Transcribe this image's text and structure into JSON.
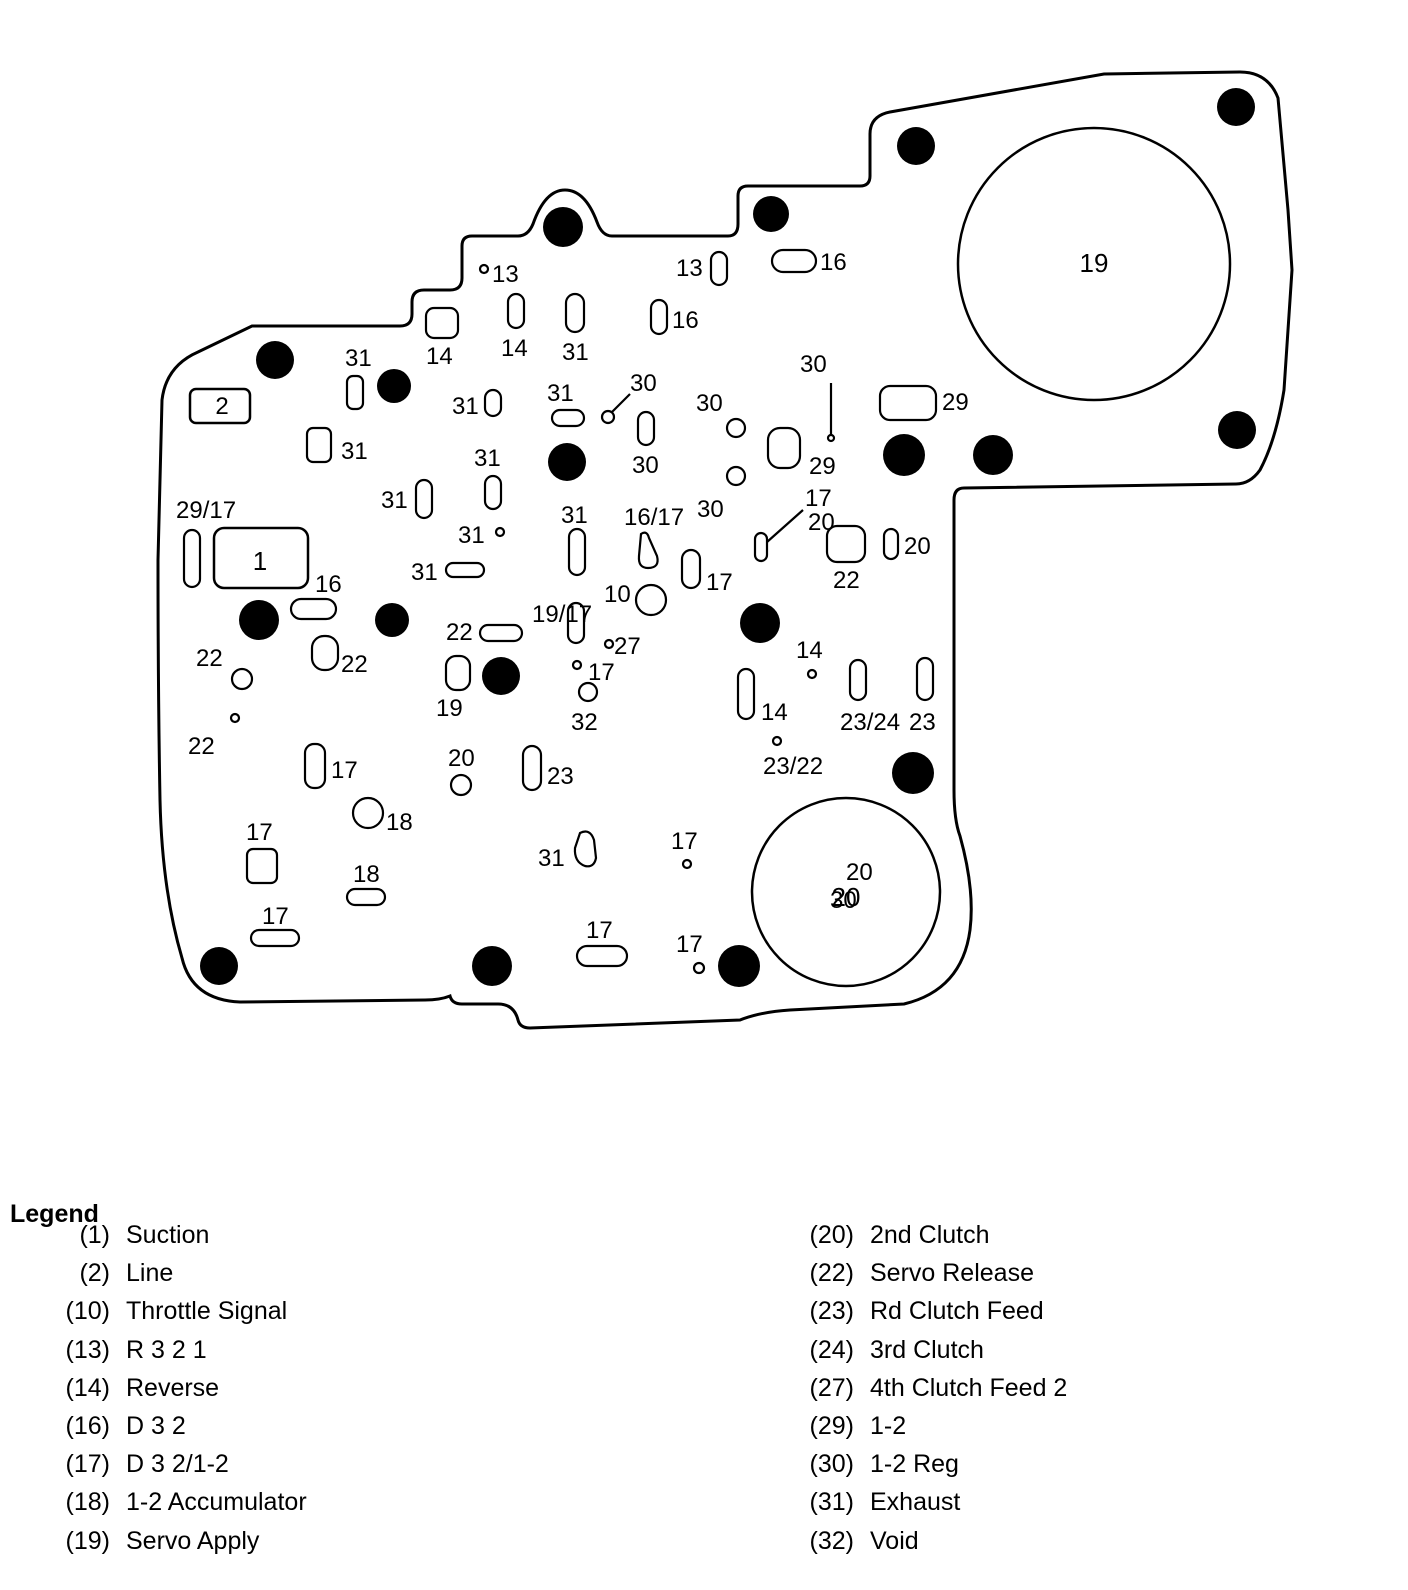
{
  "diagram": {
    "numbered_areas": [
      {
        "text": "1",
        "kind": "rounded-rect"
      },
      {
        "text": "2",
        "kind": "rounded-rect"
      },
      {
        "text": "19",
        "kind": "circle"
      },
      {
        "text": "20",
        "kind": "circle"
      }
    ],
    "port_labels": [
      "13",
      "13",
      "16",
      "16",
      "14",
      "14",
      "31",
      "31",
      "31",
      "31",
      "31",
      "31",
      "31",
      "31",
      "31",
      "31",
      "30",
      "30",
      "30",
      "30",
      "30",
      "29",
      "29",
      "29/17",
      "16",
      "16/17",
      "19/17",
      "17",
      "32",
      "20",
      "22",
      "22",
      "22",
      "22",
      "22",
      "19",
      "31",
      "14",
      "14",
      "23/22",
      "23/24",
      "23",
      "23",
      "18",
      "18",
      "17",
      "17",
      "17",
      "17",
      "17",
      "17",
      "17",
      "10",
      "27",
      "17",
      "20",
      "20",
      "30",
      "20"
    ]
  },
  "legend": {
    "title": "Legend",
    "left": [
      {
        "code": "(1)",
        "label": "Suction"
      },
      {
        "code": "(2)",
        "label": "Line"
      },
      {
        "code": "(10)",
        "label": "Throttle Signal"
      },
      {
        "code": "(13)",
        "label": "R 3 2 1"
      },
      {
        "code": "(14)",
        "label": "Reverse"
      },
      {
        "code": "(16)",
        "label": "D 3 2"
      },
      {
        "code": "(17)",
        "label": "D 3 2/1-2"
      },
      {
        "code": "(18)",
        "label": "1-2 Accumulator"
      },
      {
        "code": "(19)",
        "label": "Servo Apply"
      }
    ],
    "right": [
      {
        "code": "(20)",
        "label": "2nd Clutch"
      },
      {
        "code": "(22)",
        "label": "Servo Release"
      },
      {
        "code": "(23)",
        "label": "Rd Clutch Feed"
      },
      {
        "code": "(24)",
        "label": "3rd Clutch"
      },
      {
        "code": "(27)",
        "label": "4th Clutch Feed 2"
      },
      {
        "code": "(29)",
        "label": "1-2"
      },
      {
        "code": "(30)",
        "label": "1-2 Reg"
      },
      {
        "code": "(31)",
        "label": "Exhaust"
      },
      {
        "code": "(32)",
        "label": "Void"
      }
    ]
  }
}
